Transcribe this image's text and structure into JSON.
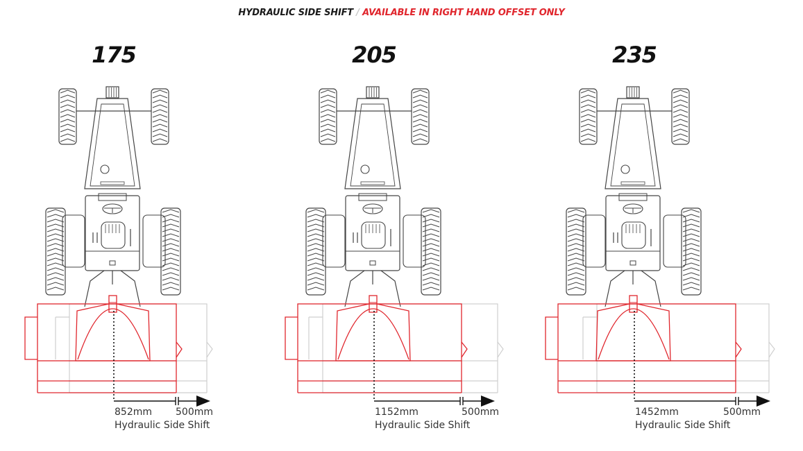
{
  "header": {
    "part1": "HYDRAULIC SIDE SHIFT",
    "separator": " / ",
    "part2": "AVAILABLE IN RIGHT HAND OFFSET ONLY"
  },
  "models": [
    {
      "name": "175",
      "width_label": "852mm",
      "offset_label": "500mm",
      "shift_label": "Hydraulic Side Shift"
    },
    {
      "name": "205",
      "width_label": "1152mm",
      "offset_label": "500mm",
      "shift_label": "Hydraulic Side Shift"
    },
    {
      "name": "235",
      "width_label": "1452mm",
      "offset_label": "500mm",
      "shift_label": "Hydraulic Side Shift"
    }
  ],
  "colors": {
    "accent_red": "#e0262d",
    "outline": "#444444",
    "ghost": "#cfcfcf",
    "text": "#333333"
  }
}
